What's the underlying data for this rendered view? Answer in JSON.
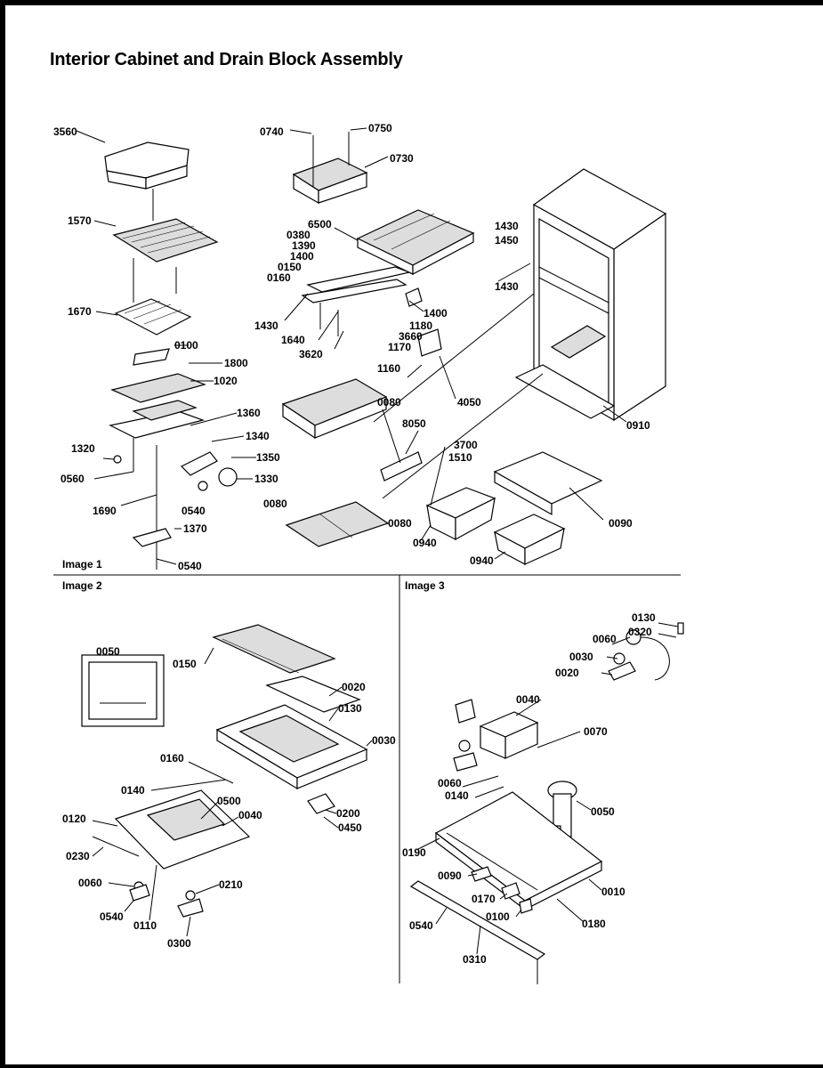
{
  "title": "Interior Cabinet and Drain Block Assembly",
  "sections": [
    {
      "label": "Image 1"
    },
    {
      "label": "Image 2"
    },
    {
      "label": "Image 3"
    }
  ],
  "image1_labels": [
    "3560",
    "1570",
    "1670",
    "0100",
    "1800",
    "1020",
    "1360",
    "1340",
    "1320",
    "0560",
    "1350",
    "1330",
    "1690",
    "0540",
    "1370",
    "0540",
    "0740",
    "0750",
    "0730",
    "6500",
    "0380",
    "1390",
    "1400",
    "0150",
    "0160",
    "1400",
    "1430",
    "1640",
    "3620",
    "1180",
    "3660",
    "1170",
    "1160",
    "0080",
    "4050",
    "8050",
    "0080",
    "0080",
    "3700",
    "1510",
    "0940",
    "0940",
    "0090",
    "1430",
    "1450",
    "1430",
    "0910"
  ],
  "image2_labels": [
    "0050",
    "0150",
    "0020",
    "0130",
    "0030",
    "0160",
    "0140",
    "0500",
    "0040",
    "0200",
    "0450",
    "0120",
    "0230",
    "0060",
    "0210",
    "0540",
    "0110",
    "0300"
  ],
  "image3_labels": [
    "0130",
    "0320",
    "0060",
    "0030",
    "0020",
    "0040",
    "0070",
    "0060",
    "0140",
    "0050",
    "0190",
    "0090",
    "0010",
    "0170",
    "0100",
    "0180",
    "0540",
    "0310"
  ]
}
